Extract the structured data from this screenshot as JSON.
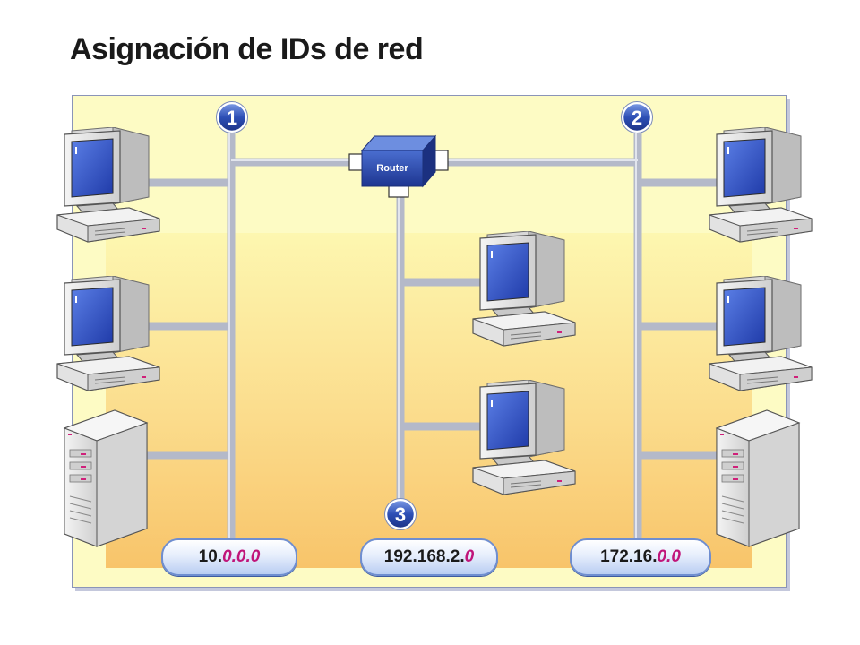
{
  "title": "Asignación de IDs de red",
  "router": {
    "label": "Router"
  },
  "badges": [
    "1",
    "2",
    "3"
  ],
  "networks": [
    {
      "network_part": "10.",
      "host_part": "0.0.0"
    },
    {
      "network_part": "192.168.2.",
      "host_part": "0"
    },
    {
      "network_part": "172.16.",
      "host_part": "0.0"
    }
  ],
  "colors": {
    "panel": "#fdfbc4",
    "wire": "#b4b9c9",
    "router": "#2c4aa3",
    "badge": "#2c4aa3",
    "host_id": "#c0157a"
  }
}
